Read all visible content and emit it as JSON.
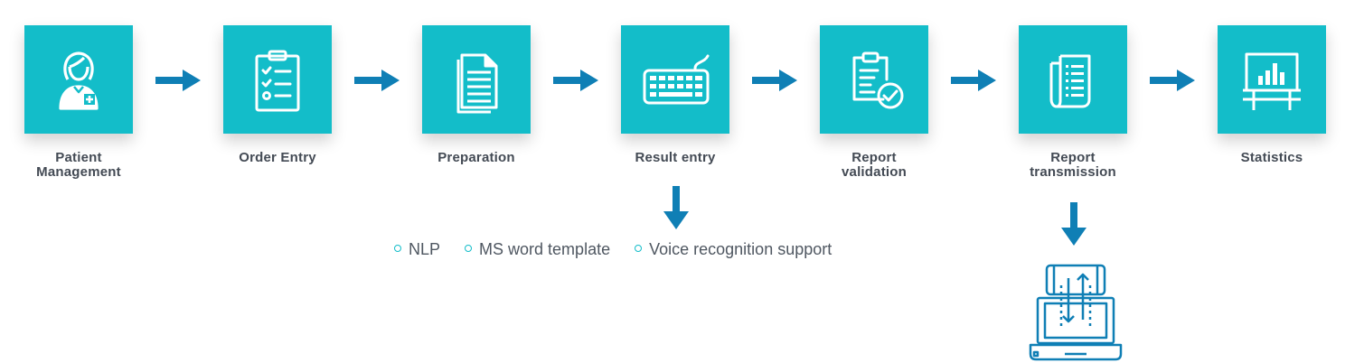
{
  "steps": [
    {
      "label": "Patient\nManagement",
      "icon": "patient-icon"
    },
    {
      "label": "Order Entry",
      "icon": "clipboard-checklist-icon"
    },
    {
      "label": "Preparation",
      "icon": "document-icon"
    },
    {
      "label": "Result entry",
      "icon": "keyboard-icon"
    },
    {
      "label": "Report\nvalidation",
      "icon": "report-check-icon"
    },
    {
      "label": "Report\ntransmission",
      "icon": "report-list-icon"
    },
    {
      "label": "Statistics",
      "icon": "statistics-board-icon"
    }
  ],
  "result_entry_features": [
    "NLP",
    "MS word template",
    "Voice recognition support"
  ],
  "transmission_target_icon": "phone-laptop-sync-icon",
  "colors": {
    "tile": "#13bdc9",
    "arrow": "#0f7fb5",
    "text": "#434a54"
  }
}
